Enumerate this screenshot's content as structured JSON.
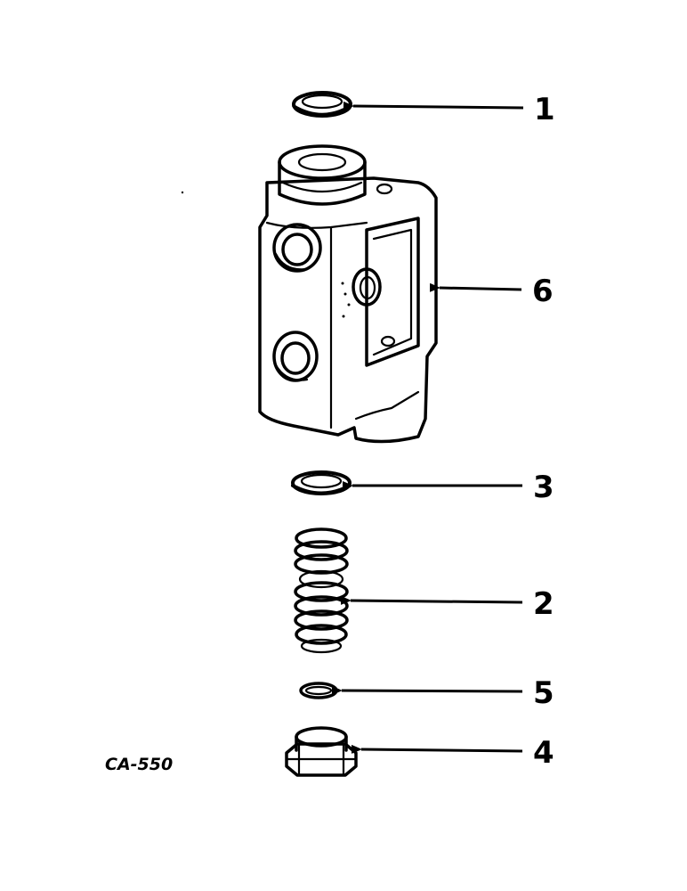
{
  "callouts": [
    {
      "label": "1",
      "part": "seal-ring"
    },
    {
      "label": "6",
      "part": "valve-body"
    },
    {
      "label": "3",
      "part": "washer"
    },
    {
      "label": "2",
      "part": "spring"
    },
    {
      "label": "5",
      "part": "o-ring"
    },
    {
      "label": "4",
      "part": "hex-plug"
    }
  ],
  "drawing_code": "CA-550"
}
